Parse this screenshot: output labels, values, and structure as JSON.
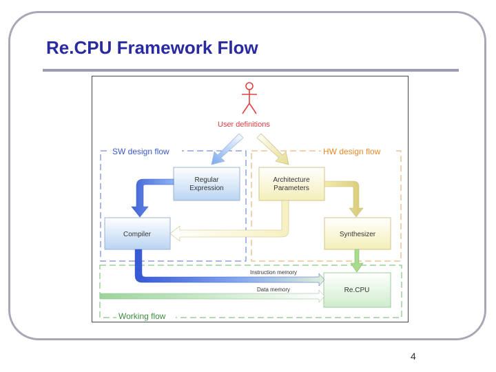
{
  "slide": {
    "title": "Re.CPU Framework Flow",
    "page_number": "4"
  },
  "diagram": {
    "user_label": "User definitions",
    "sw_flow_label": "SW design flow",
    "hw_flow_label": "HW design flow",
    "working_flow_label": "Working flow",
    "boxes": {
      "regex_line1": "Regular",
      "regex_line2": "Expression",
      "arch_line1": "Architecture",
      "arch_line2": "Parameters",
      "compiler": "Compiler",
      "synthesizer": "Synthesizer",
      "recpu": "Re.CPU"
    },
    "arrows": {
      "instruction_memory": "Instruction memory",
      "data_memory": "Data memory"
    },
    "colors": {
      "title": "#2a2aa0",
      "sw_blue": "#5a7ee6",
      "hw_yellow": "#e8e0a0",
      "working_green": "#9ad49a",
      "label_red": "#e04040",
      "label_orange": "#e8882a"
    }
  }
}
